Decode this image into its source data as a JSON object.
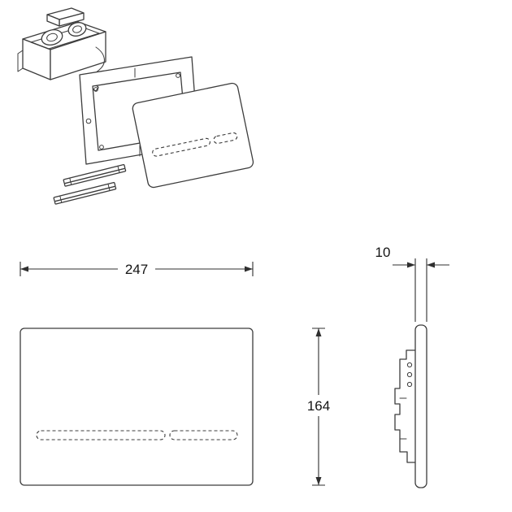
{
  "dimensions": {
    "width_label": "247",
    "height_label": "164",
    "thickness_label": "10"
  }
}
